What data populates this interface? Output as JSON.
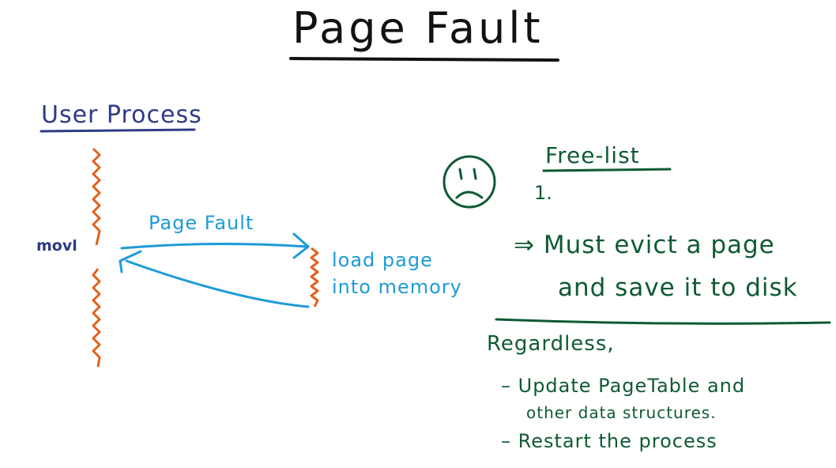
{
  "title": "Page Fault",
  "left": {
    "heading": "User Process",
    "instruction_label": "movl",
    "arrow_label": "Page Fault",
    "handler_label_line1": "load page",
    "handler_label_line2": "into memory"
  },
  "right": {
    "free_list_title": "Free-list",
    "free_list_item": "1.",
    "evict_line1": "⇒ Must evict a page",
    "evict_line2": "and save it to disk",
    "regardless": "Regardless,",
    "bullet1_line1": "– Update PageTable and",
    "bullet1_line2": "other data structures.",
    "bullet2": "– Restart the process"
  },
  "colors": {
    "title": "#111111",
    "user_process": "#2f3a86",
    "process_squiggle": "#e2611b",
    "arrows": "#1e9bd7",
    "notes": "#0f5a34",
    "sad_face": "#0f5a34"
  },
  "icons": {
    "sad_face": "sad-face-icon"
  }
}
